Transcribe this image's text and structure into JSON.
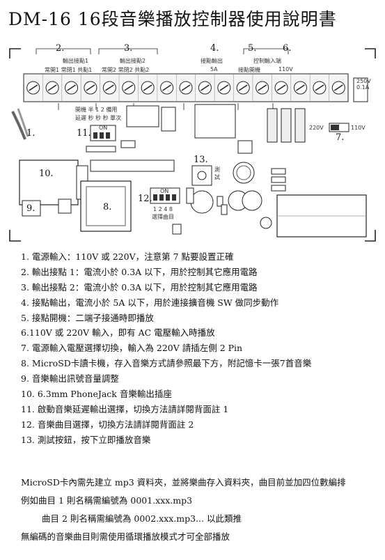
{
  "title": "DM-16 16段音樂播放控制器使用說明書",
  "board": {
    "callouts": [
      "2.",
      "3.",
      "4.",
      "5.",
      "6.",
      "1.",
      "11.",
      "10.",
      "13.",
      "7.",
      "9.",
      "8.",
      "12."
    ],
    "relay1_label": "輸出接點1",
    "relay2_label": "輸出接點2",
    "relay1_terms": "常開1  常閉1  共點1",
    "relay2_terms": "常開2  常閉2  共點2",
    "output_label": "接點輸出",
    "output_amp": "5A",
    "control_input_label": "控制輸入端",
    "switch_label": "接點開機",
    "voltage_110": "110V",
    "fuse_label": "250V 0.1A",
    "sel_220": "220V",
    "sel_110": "110V",
    "delay_row1": "開機  半  1  2  備用",
    "delay_row2": "延遲  秒  秒  秒  單次",
    "dip_on": "ON",
    "test_button_label": "測試",
    "dip2_numbers": "1  2  4  8",
    "dip2_caption": "選擇曲目"
  },
  "instructions": [
    "1. 電源輸入：110V 或 220V，注意第 7 點要設置正確",
    "2. 輸出接點 1：電流小於 0.3A 以下，用於控制其它應用電路",
    "3. 輸出接點 2：電流小於 0.3A 以下，用於控制其它應用電路",
    "4. 接點輸出，電流小於 5A 以下，用於連接擴音機 SW 做同步動作",
    "5. 接點開機：二端子接通時即播放",
    "6.110V 或 220V 輸入，即有 AC 電壓輸入時播放",
    "7. 電源輸入電壓選擇切換，輸入為 220V 請插左側 2 Pin",
    "8.  MicroSD卡讀卡機，存入音樂方式請參照最下方，附記憶卡一張7首音樂",
    "9. 音樂輸出訊號音量調整",
    "10.  6.3mm PhoneJack 音樂輸出插座",
    "11. 啟動音樂延遲輸出選擇，切換方法請詳閱背面註 1",
    "12. 音樂曲目選擇，切換方法請詳閱背面註 2",
    "13. 測試按鈕，按下立即播放音樂"
  ],
  "notes": [
    "MicroSD卡內需先建立 mp3 資料夾，並將樂曲存入資料夾，曲目前並加四位數編排",
    "例如曲目 1 則名稱需編號為 0001.xxx.mp3",
    "曲目 2 則名稱需編號為 0002.xxx.mp3... 以此類推",
    "無編碼的音樂曲目則需使用循環播放模式才可全部播放"
  ]
}
